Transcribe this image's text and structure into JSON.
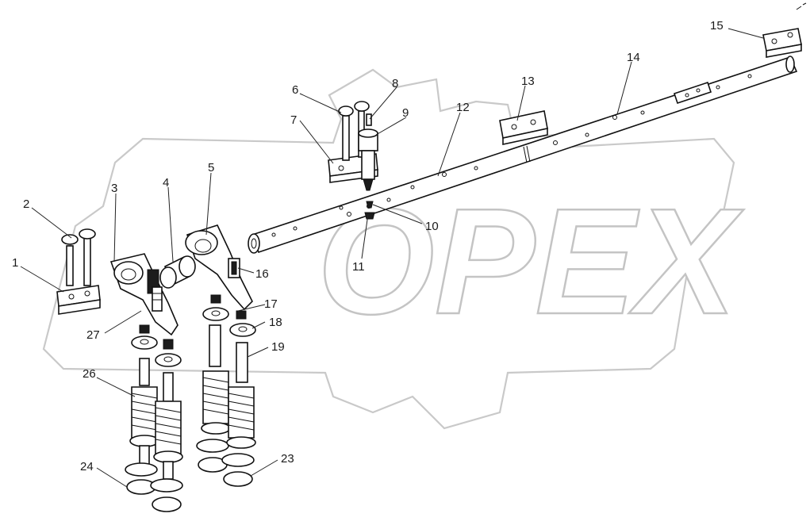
{
  "watermark": {
    "text": "OPEX"
  },
  "callouts": [
    {
      "id": "1",
      "text": "1"
    },
    {
      "id": "2",
      "text": "2"
    },
    {
      "id": "3",
      "text": "3"
    },
    {
      "id": "4",
      "text": "4"
    },
    {
      "id": "5",
      "text": "5"
    },
    {
      "id": "6",
      "text": "6"
    },
    {
      "id": "7",
      "text": "7"
    },
    {
      "id": "8",
      "text": "8"
    },
    {
      "id": "9",
      "text": "9"
    },
    {
      "id": "10",
      "text": "10"
    },
    {
      "id": "11",
      "text": "11"
    },
    {
      "id": "12",
      "text": "12"
    },
    {
      "id": "13",
      "text": "13"
    },
    {
      "id": "14",
      "text": "14"
    },
    {
      "id": "15",
      "text": "15"
    },
    {
      "id": "16",
      "text": "16"
    },
    {
      "id": "17",
      "text": "17"
    },
    {
      "id": "18",
      "text": "18"
    },
    {
      "id": "19",
      "text": "19"
    },
    {
      "id": "23",
      "text": "23"
    },
    {
      "id": "24",
      "text": "24"
    },
    {
      "id": "26",
      "text": "26"
    },
    {
      "id": "27",
      "text": "27"
    }
  ]
}
